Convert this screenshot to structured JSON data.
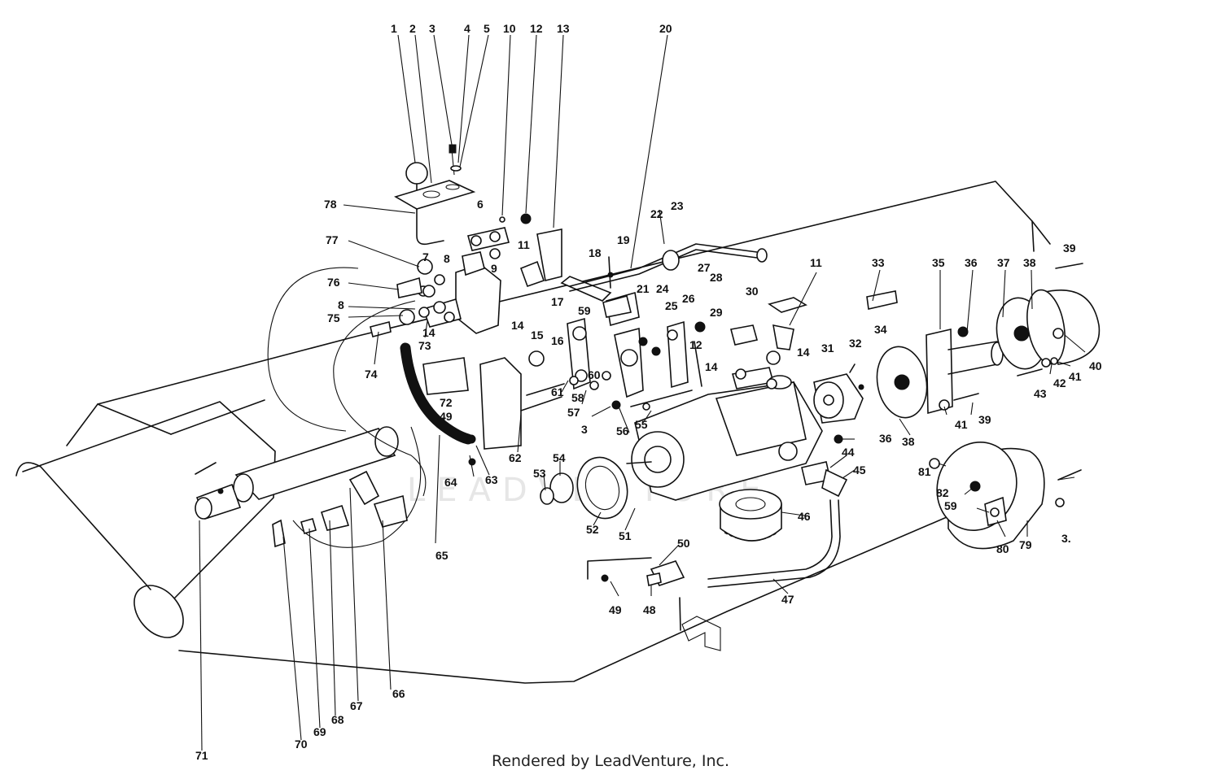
{
  "footer": {
    "credit": "Rendered by LeadVenture, Inc."
  },
  "watermark": {
    "text": "LEADVENTURE"
  },
  "callouts": [
    {
      "id": "c1",
      "label": "1"
    },
    {
      "id": "c2",
      "label": "2"
    },
    {
      "id": "c3a",
      "label": "3"
    },
    {
      "id": "c4",
      "label": "4"
    },
    {
      "id": "c5",
      "label": "5"
    },
    {
      "id": "c10",
      "label": "10"
    },
    {
      "id": "c12a",
      "label": "12"
    },
    {
      "id": "c13",
      "label": "13"
    },
    {
      "id": "c20",
      "label": "20"
    },
    {
      "id": "c78",
      "label": "78"
    },
    {
      "id": "c6",
      "label": "6"
    },
    {
      "id": "c23",
      "label": "23"
    },
    {
      "id": "c22",
      "label": "22"
    },
    {
      "id": "c18",
      "label": "18"
    },
    {
      "id": "c19",
      "label": "19"
    },
    {
      "id": "c77",
      "label": "77"
    },
    {
      "id": "c7",
      "label": "7"
    },
    {
      "id": "c8a",
      "label": "8"
    },
    {
      "id": "c9",
      "label": "9"
    },
    {
      "id": "c11a",
      "label": "11"
    },
    {
      "id": "c27",
      "label": "27"
    },
    {
      "id": "c28",
      "label": "28"
    },
    {
      "id": "c11b",
      "label": "11"
    },
    {
      "id": "c33",
      "label": "33"
    },
    {
      "id": "c35",
      "label": "35"
    },
    {
      "id": "c36a",
      "label": "36"
    },
    {
      "id": "c37",
      "label": "37"
    },
    {
      "id": "c38a",
      "label": "38"
    },
    {
      "id": "c39a",
      "label": "39"
    },
    {
      "id": "c76",
      "label": "76"
    },
    {
      "id": "c8b",
      "label": "8"
    },
    {
      "id": "c75",
      "label": "75"
    },
    {
      "id": "c14a",
      "label": "14"
    },
    {
      "id": "c73",
      "label": "73"
    },
    {
      "id": "c74",
      "label": "74"
    },
    {
      "id": "c14b",
      "label": "14"
    },
    {
      "id": "c17",
      "label": "17"
    },
    {
      "id": "c59a",
      "label": "59"
    },
    {
      "id": "c21",
      "label": "21"
    },
    {
      "id": "c24",
      "label": "24"
    },
    {
      "id": "c25",
      "label": "25"
    },
    {
      "id": "c26",
      "label": "26"
    },
    {
      "id": "c29",
      "label": "29"
    },
    {
      "id": "c30",
      "label": "30"
    },
    {
      "id": "c15",
      "label": "15"
    },
    {
      "id": "c16",
      "label": "16"
    },
    {
      "id": "c12b",
      "label": "12"
    },
    {
      "id": "c14c",
      "label": "14"
    },
    {
      "id": "c14d",
      "label": "14"
    },
    {
      "id": "c31",
      "label": "31"
    },
    {
      "id": "c32",
      "label": "32"
    },
    {
      "id": "c34",
      "label": "34"
    },
    {
      "id": "c40",
      "label": "40"
    },
    {
      "id": "c41a",
      "label": "41"
    },
    {
      "id": "c42",
      "label": "42"
    },
    {
      "id": "c43",
      "label": "43"
    },
    {
      "id": "c60",
      "label": "60"
    },
    {
      "id": "c61",
      "label": "61"
    },
    {
      "id": "c58",
      "label": "58"
    },
    {
      "id": "c57",
      "label": "57"
    },
    {
      "id": "c3b",
      "label": "3"
    },
    {
      "id": "c56",
      "label": "56"
    },
    {
      "id": "c55",
      "label": "55"
    },
    {
      "id": "c72",
      "label": "72"
    },
    {
      "id": "c49a",
      "label": "49"
    },
    {
      "id": "c62",
      "label": "62"
    },
    {
      "id": "c36b",
      "label": "36"
    },
    {
      "id": "c38b",
      "label": "38"
    },
    {
      "id": "c41b",
      "label": "41"
    },
    {
      "id": "c39b",
      "label": "39"
    },
    {
      "id": "c44",
      "label": "44"
    },
    {
      "id": "c45",
      "label": "45"
    },
    {
      "id": "c54",
      "label": "54"
    },
    {
      "id": "c53",
      "label": "53"
    },
    {
      "id": "c64",
      "label": "64"
    },
    {
      "id": "c63",
      "label": "63"
    },
    {
      "id": "c52",
      "label": "52"
    },
    {
      "id": "c51",
      "label": "51"
    },
    {
      "id": "c46",
      "label": "46"
    },
    {
      "id": "c81",
      "label": "81"
    },
    {
      "id": "c82",
      "label": "82"
    },
    {
      "id": "c59b",
      "label": "59"
    },
    {
      "id": "c80",
      "label": "80"
    },
    {
      "id": "c79",
      "label": "79"
    },
    {
      "id": "c3c",
      "label": "3."
    },
    {
      "id": "c65",
      "label": "65"
    },
    {
      "id": "c50",
      "label": "50"
    },
    {
      "id": "c49b",
      "label": "49"
    },
    {
      "id": "c48",
      "label": "48"
    },
    {
      "id": "c47",
      "label": "47"
    },
    {
      "id": "c66",
      "label": "66"
    },
    {
      "id": "c67",
      "label": "67"
    },
    {
      "id": "c68",
      "label": "68"
    },
    {
      "id": "c69",
      "label": "69"
    },
    {
      "id": "c70",
      "label": "70"
    },
    {
      "id": "c71",
      "label": "71"
    }
  ]
}
